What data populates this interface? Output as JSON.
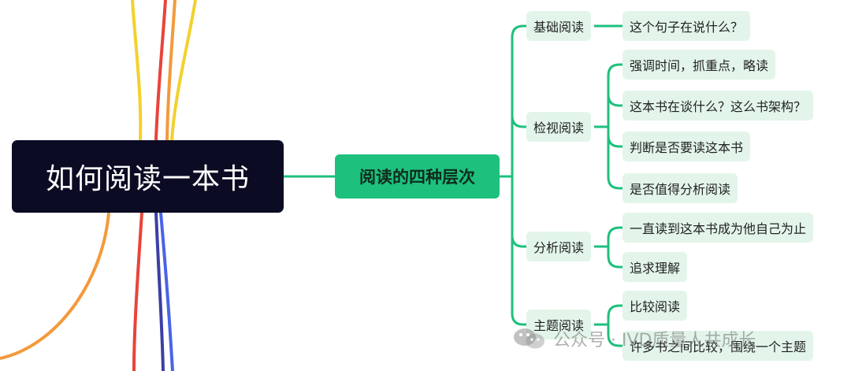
{
  "root": {
    "label": "如何阅读一本书"
  },
  "center": {
    "label": "阅读的四种层次"
  },
  "categories": [
    {
      "label": "基础阅读",
      "items": [
        "这个句子在说什么？"
      ]
    },
    {
      "label": "检视阅读",
      "items": [
        "强调时间，抓重点，略读",
        "这本书在谈什么？这么书架构？",
        "判断是否要读这本书",
        "是否值得分析阅读"
      ]
    },
    {
      "label": "分析阅读",
      "items": [
        "一直读到这本书成为他自己为止",
        "追求理解"
      ]
    },
    {
      "label": "主题阅读",
      "items": [
        "比较阅读",
        "许多书之间比较，围绕一个主题"
      ]
    }
  ],
  "watermark": {
    "text": "公众号 · IVD质量人共成长",
    "icon": "wechat-icon"
  },
  "colors": {
    "root": "#0b0b24",
    "center": "#1ec07d",
    "node_bg": "#e3f5ea",
    "connector": "#1ec07d"
  }
}
